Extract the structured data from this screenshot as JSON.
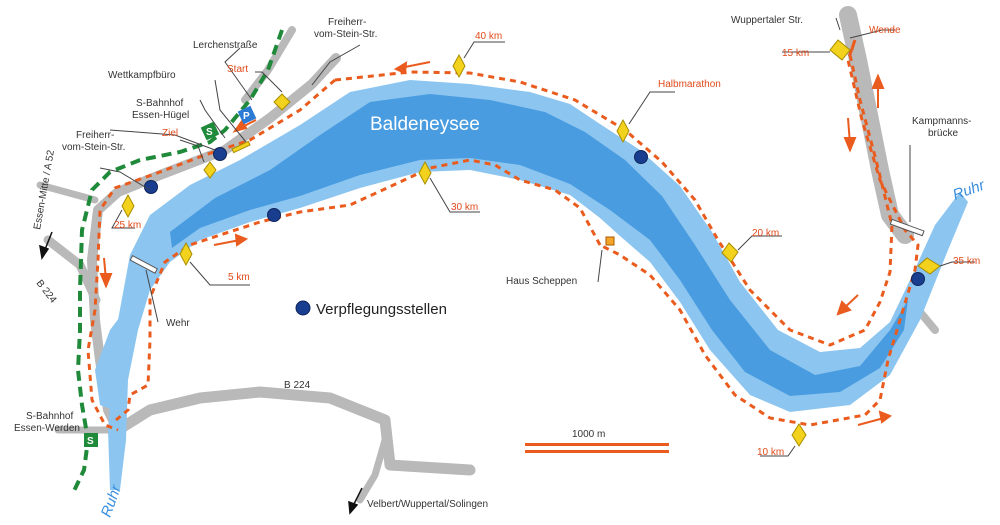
{
  "map": {
    "lake_name": "Baldeneysee",
    "river_name": "Ruhr",
    "legend": {
      "refreshment_label": "Verpflegungsstellen"
    },
    "scale_label": "1000 m",
    "streets": {
      "lerchenstrasse": "Lerchenstraße",
      "freiherr_top_1": "Freiherr-",
      "freiherr_top_2": "vom-Stein-Str.",
      "freiherr_left_1": "Freiherr-",
      "freiherr_left_2": "vom-Stein-Str.",
      "wuppertaler": "Wuppertaler Str.",
      "b224_left": "B 224",
      "b224_bottom": "B 224",
      "essen_mitte": "Essen-Mitte / A 52",
      "velbert": "Velbert/Wuppertal/Solingen"
    },
    "places": {
      "wettkampfbuero": "Wettkampfbüro",
      "sbahn_huegel_1": "S-Bahnhof",
      "sbahn_huegel_2": "Essen-Hügel",
      "sbahn_werden_1": "S-Bahnhof",
      "sbahn_werden_2": "Essen-Werden",
      "kampmann_1": "Kampmanns-",
      "kampmann_2": "brücke",
      "haus_scheppen": "Haus Scheppen",
      "wehr": "Wehr"
    },
    "race_labels": {
      "start": "Start",
      "ziel": "Ziel",
      "wende": "Wende",
      "halbmarathon": "Halbmarathon"
    },
    "km_markers": [
      "5 km",
      "10 km",
      "15 km",
      "20 km",
      "25 km",
      "30 km",
      "35 km",
      "40 km"
    ],
    "symbols": {
      "sbahn": "S",
      "parking": "P"
    },
    "colors": {
      "lake": "#5aaee8",
      "lake_deep": "#3f8fd8",
      "route": "#ea5b1e",
      "sbahn_line": "#1f8a3a",
      "road": "#b9b9b9",
      "marker": "#f2d21c",
      "station": "#1a3e8f"
    }
  }
}
